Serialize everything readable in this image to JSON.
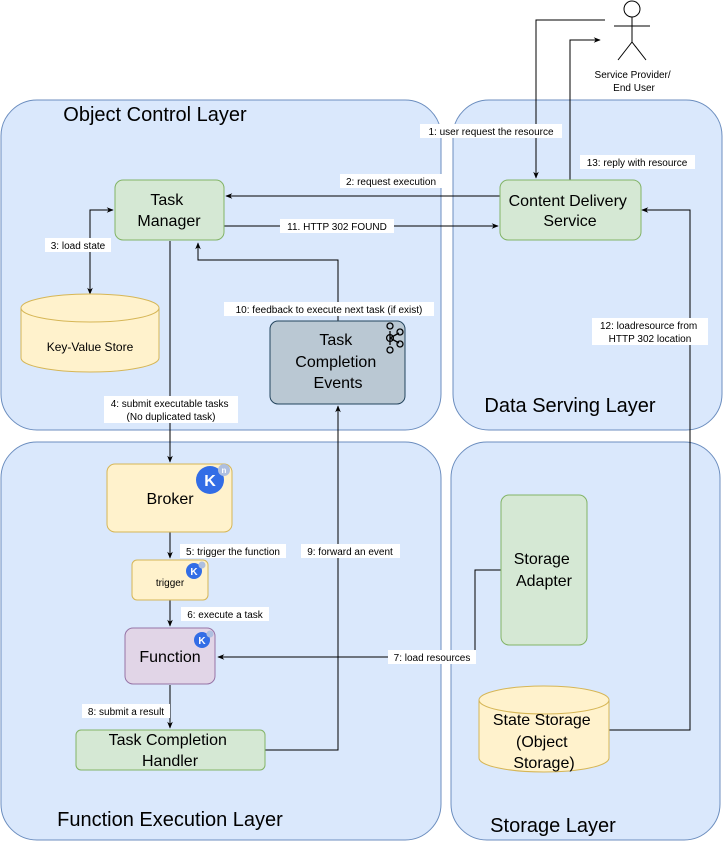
{
  "layers": {
    "object_control": "Object Control Layer",
    "data_serving": "Data Serving Layer",
    "function_execution": "Function Execution Layer",
    "storage": "Storage Layer"
  },
  "nodes": {
    "actor": [
      "Service Provider/",
      "End User"
    ],
    "content_delivery": [
      "Content Delivery",
      "Service"
    ],
    "task_manager": [
      "Task",
      "Manager"
    ],
    "kv_store": "Key-Value Store",
    "completion_events": [
      "Task",
      "Completion",
      "Events"
    ],
    "broker": "Broker",
    "trigger": "trigger",
    "function": "Function",
    "completion_handler": [
      "Task Completion",
      "Handler"
    ],
    "storage_adapter": [
      "Storage",
      "Adapter"
    ],
    "state_storage": [
      "State Storage",
      "(Object",
      "Storage)"
    ]
  },
  "badges": {
    "knative_letter": "K",
    "knative_sub": "n"
  },
  "edges": {
    "e1": "1: user request the resource",
    "e2": "2: request execution",
    "e3": "3: load state",
    "e4": [
      "4: submit executable tasks",
      "(No duplicated task)"
    ],
    "e5": "5: trigger the function",
    "e6": "6: execute a task",
    "e7": "7: load resources",
    "e8": "8: submit a result",
    "e9": "9: forward an event",
    "e10": "10: feedback to execute next task (if exist)",
    "e11": "11. HTTP 302 FOUND",
    "e12": [
      "12: loadresource from",
      "HTTP 302 location"
    ],
    "e13": "13: reply with resource"
  },
  "colors": {
    "layer_fill": "#dae8fc",
    "green_fill": "#d5e8d4",
    "yellow_fill": "#fff2cc",
    "purple_fill": "#e1d5e7",
    "slate_fill": "#bac8d3",
    "knative_blue": "#326de6"
  }
}
